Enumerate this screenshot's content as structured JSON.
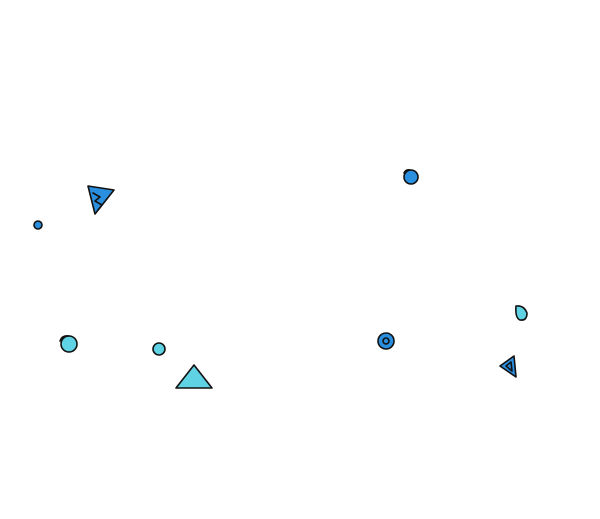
{
  "colors": {
    "background": "#ffffff",
    "blue": "#2b8fe0",
    "cyan": "#5fd3e3",
    "outline": "#111111"
  },
  "shapes": [
    {
      "name": "blue-triangle-zigzag",
      "kind": "triangle",
      "color": "blue"
    },
    {
      "name": "blue-small-dot-left",
      "kind": "circle",
      "color": "blue"
    },
    {
      "name": "blue-circle-top-right",
      "kind": "circle",
      "color": "blue"
    },
    {
      "name": "cyan-circle-swirl-left",
      "kind": "circle",
      "color": "cyan"
    },
    {
      "name": "cyan-small-circle",
      "kind": "circle",
      "color": "cyan"
    },
    {
      "name": "cyan-triangle-bottom",
      "kind": "triangle",
      "color": "cyan"
    },
    {
      "name": "blue-ring-circle",
      "kind": "ring",
      "color": "blue"
    },
    {
      "name": "cyan-blob-right",
      "kind": "blob",
      "color": "cyan"
    },
    {
      "name": "blue-triangle-right",
      "kind": "triangle",
      "color": "blue"
    }
  ]
}
